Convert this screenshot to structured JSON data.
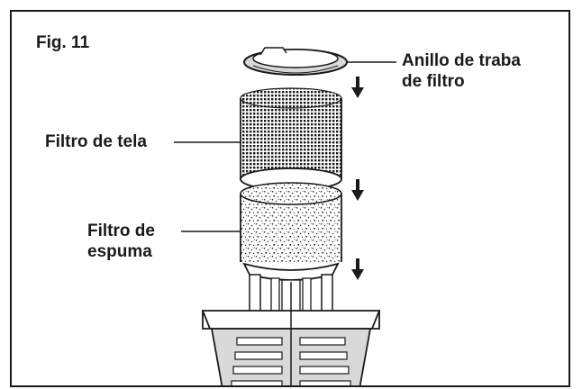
{
  "figure": {
    "label": "Fig. 11",
    "callouts": [
      {
        "id": "ring",
        "lines": [
          "Anillo de traba",
          "de filtro"
        ]
      },
      {
        "id": "cloth",
        "lines": [
          "Filtro de tela"
        ]
      },
      {
        "id": "foam",
        "lines": [
          "Filtro de",
          "espuma"
        ]
      }
    ]
  },
  "colors": {
    "ink": "#1a1a1a",
    "paper": "#ffffff",
    "shade": "#d9d9d9"
  }
}
